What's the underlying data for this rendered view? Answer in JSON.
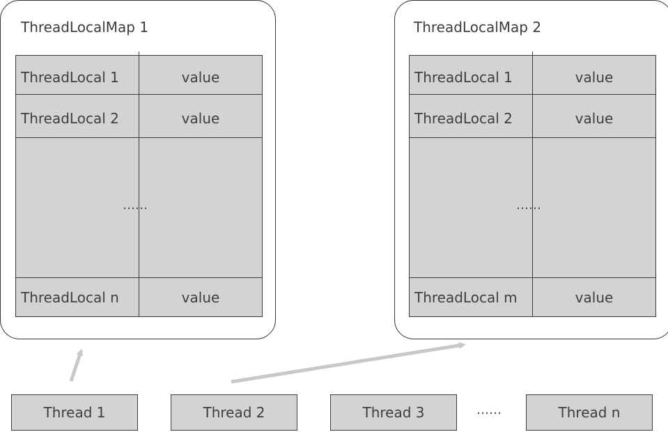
{
  "maps": [
    {
      "title": "ThreadLocalMap 1",
      "rows": [
        {
          "key": "ThreadLocal 1",
          "value": "value"
        },
        {
          "key": "ThreadLocal 2",
          "value": "value"
        },
        {
          "key": "ThreadLocal n",
          "value": "value"
        }
      ],
      "ellipsis": "……"
    },
    {
      "title": "ThreadLocalMap 2",
      "rows": [
        {
          "key": "ThreadLocal 1",
          "value": "value"
        },
        {
          "key": "ThreadLocal 2",
          "value": "value"
        },
        {
          "key": "ThreadLocal m",
          "value": "value"
        }
      ],
      "ellipsis": "……"
    }
  ],
  "threads": [
    "Thread 1",
    "Thread 2",
    "Thread 3",
    "Thread n"
  ],
  "threads_ellipsis": "……",
  "colors": {
    "cell_fill": "#d3d3d3",
    "border": "#333333",
    "arrow": "#c8c8c8"
  }
}
